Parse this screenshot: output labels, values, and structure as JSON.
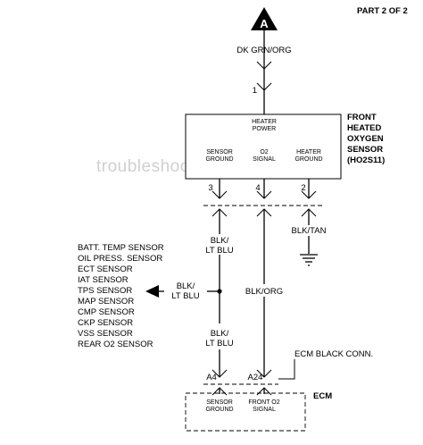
{
  "part_label": "PART 2 OF 2",
  "connector_ref": "A",
  "watermark": "troubleshootmyvehicle.com",
  "top_wire_color": "DK GRN/ORG",
  "sensor": {
    "name_lines": [
      "FRONT",
      "HEATED",
      "OXYGEN",
      "SENSOR",
      "(HO2S11)"
    ],
    "heater_power_lines": [
      "HEATER",
      "POWER"
    ],
    "pins": [
      {
        "number": "1"
      },
      {
        "number": "3",
        "label_lines": [
          "SENSOR",
          "GROUND"
        ]
      },
      {
        "number": "4",
        "label_lines": [
          "O2",
          "SIGNAL"
        ]
      },
      {
        "number": "2",
        "label_lines": [
          "HEATER",
          "GROUND"
        ]
      }
    ]
  },
  "wires": {
    "sensor_ground_upper": [
      "BLK/",
      "LT BLU"
    ],
    "branch": [
      "BLK/",
      "LT BLU"
    ],
    "sensor_ground_lower": [
      "BLK/",
      "LT BLU"
    ],
    "o2_signal": "BLK/ORG",
    "heater_ground": "BLK/TAN"
  },
  "shared_ground_list": [
    "BATT. TEMP SENSOR",
    "OIL PRESS. SENSOR",
    "ECT SENSOR",
    "IAT SENSOR",
    "TPS SENSOR",
    "MAP SENSOR",
    "CMP SENSOR",
    "CKP SENSOR",
    "VSS SENSOR",
    "REAR O2 SENSOR"
  ],
  "ecm": {
    "name": "ECM",
    "connector_label": "ECM BLACK CONN.",
    "pins": [
      {
        "number": "A4",
        "label_lines": [
          "SENSOR",
          "GROUND"
        ]
      },
      {
        "number": "A24",
        "label_lines": [
          "FRONT O2",
          "SIGNAL"
        ]
      }
    ]
  }
}
